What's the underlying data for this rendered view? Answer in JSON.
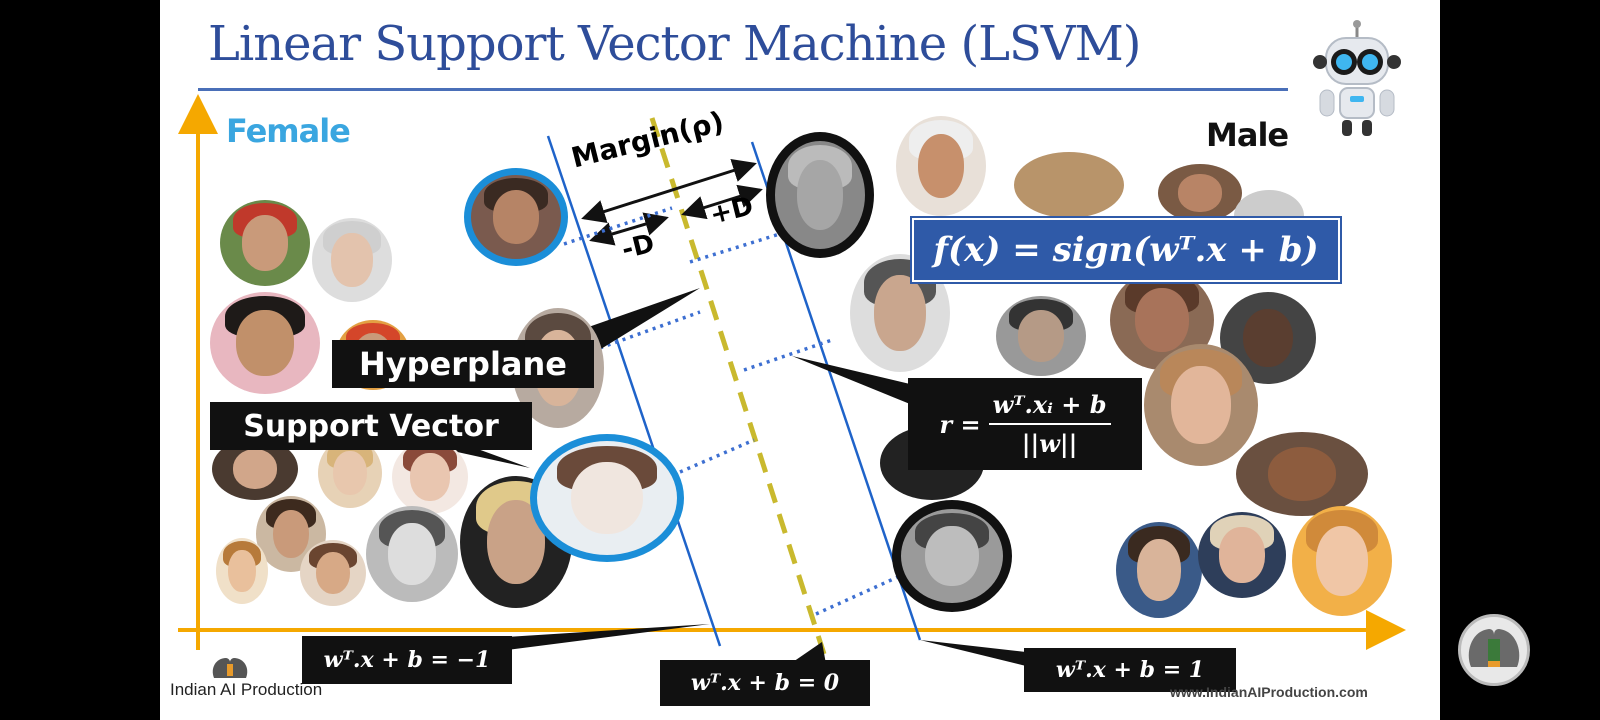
{
  "slide": {
    "title": "Linear Support Vector Machine (LSVM)",
    "female_label": "Female",
    "male_label": "Male",
    "margin_label": "Margin(ρ)",
    "minus_d_label": "-D",
    "plus_d_label": "+D",
    "hyperplane_label": "Hyperplane",
    "support_vector_label": "Support Vector",
    "decision_function": "f(x) = sign(wᵀ.x + b)",
    "distance_formula": {
      "lhs": "r =",
      "numerator": "wᵀ.xᵢ + b",
      "denominator": "||w||"
    },
    "eq_negative": "wᵀ.x + b = −1",
    "eq_zero": "wᵀ.x + b = 0",
    "eq_positive": "wᵀ.x + b = 1",
    "logo_text": "Indian AI Production",
    "website": "www.IndianAIProduction.com"
  },
  "colors": {
    "title": "#2e4d9a",
    "axis": "#f5a800",
    "boundary": "#1f63c9",
    "hyperplane": "#c9b92e",
    "female_label": "#3aa6e0",
    "formula_box": "#2f5aa8",
    "label_box": "#111111"
  },
  "icons": {
    "robot": "robot-icon",
    "channel_logo": "brain-heads-icon"
  }
}
